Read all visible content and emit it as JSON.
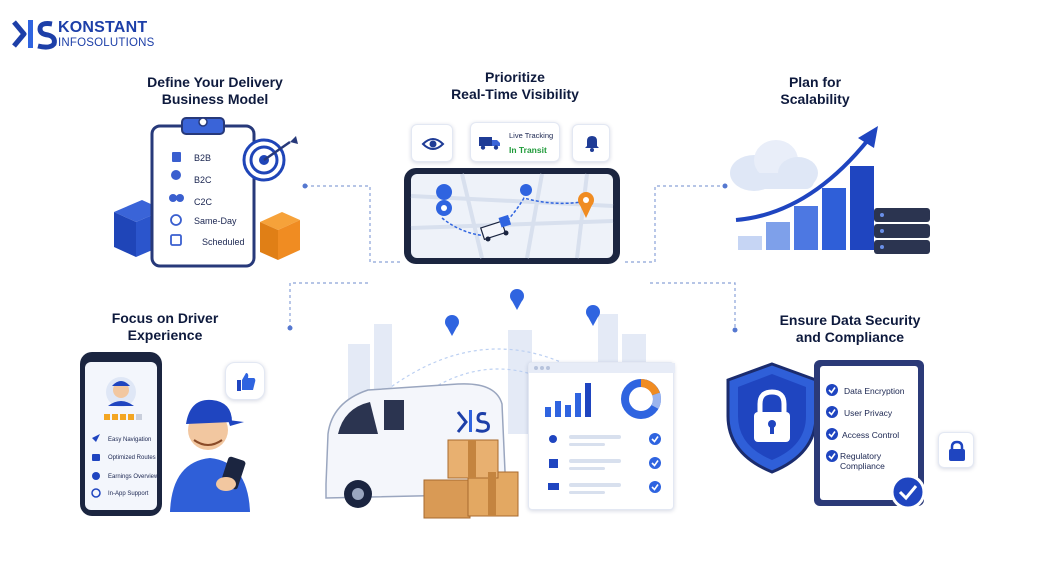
{
  "brand": {
    "name_line1": "KONSTANT",
    "name_line2": "INFOSOLUTIONS",
    "primary_color": "#1d3fa8",
    "accent_color": "#2f64e0"
  },
  "sections": {
    "delivery_model": {
      "title_line1": "Define Your Delivery",
      "title_line2": "Business Model",
      "items": [
        {
          "icon": "building-icon",
          "label": "B2B"
        },
        {
          "icon": "person-icon",
          "label": "B2C"
        },
        {
          "icon": "people-icon",
          "label": "C2C"
        },
        {
          "icon": "clock-icon",
          "label": "Same-Day"
        },
        {
          "icon": "calendar-icon",
          "label": "Scheduled"
        }
      ]
    },
    "visibility": {
      "title_line1": "Prioritize",
      "title_line2": "Real-Time Visibility",
      "tracking_title": "Live Tracking",
      "tracking_status": "In Transit",
      "status_color": "#1f9b3a"
    },
    "scalability": {
      "title_line1": "Plan for",
      "title_line2": "Scalability"
    },
    "driver": {
      "title_line1": "Focus on Driver",
      "title_line2": "Experience",
      "rating_stars": 4,
      "items": [
        {
          "icon": "navigation-icon",
          "label": "Easy Navigation"
        },
        {
          "icon": "route-icon",
          "label": "Optimized Routes"
        },
        {
          "icon": "dollar-icon",
          "label": "Earnings Overview"
        },
        {
          "icon": "headset-icon",
          "label": "In-App Support"
        }
      ]
    },
    "security": {
      "title_line1": "Ensure Data Security",
      "title_line2": "and Compliance",
      "items": [
        {
          "icon": "check-icon",
          "label": "Data Encryption"
        },
        {
          "icon": "check-icon",
          "label": "User Privacy"
        },
        {
          "icon": "check-icon",
          "label": "Access Control"
        },
        {
          "icon": "check-icon",
          "label": "Regulatory Compliance",
          "line1": "Regulatory",
          "line2": "Compliance"
        }
      ]
    }
  }
}
